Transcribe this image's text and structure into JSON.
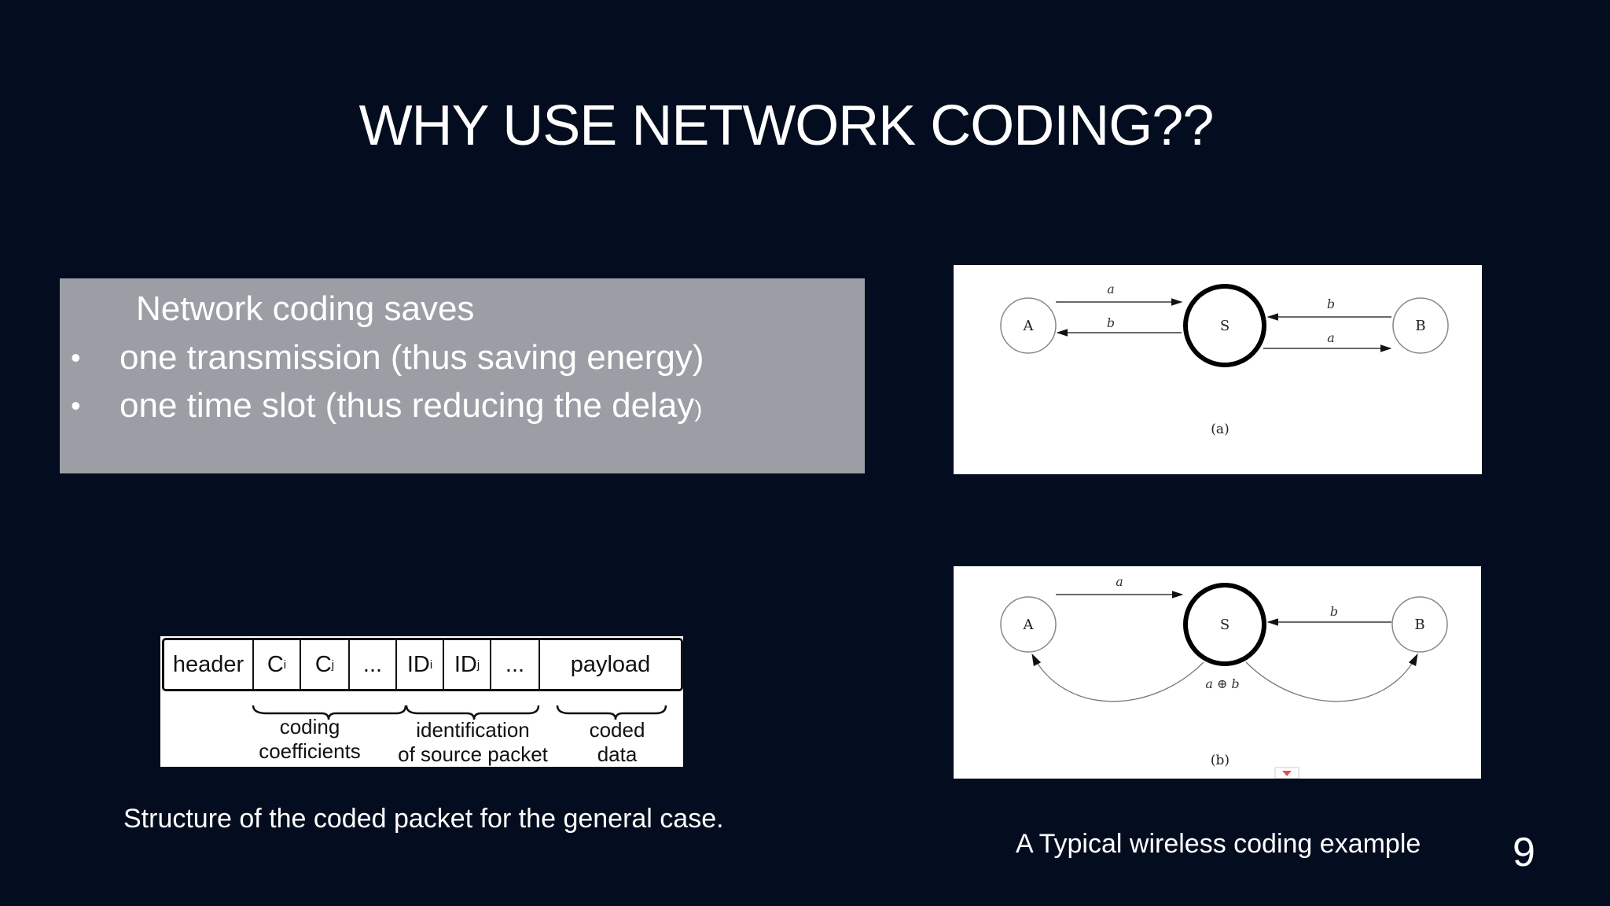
{
  "slide": {
    "title": "WHY USE NETWORK CODING??",
    "page_number": "9"
  },
  "text_box": {
    "heading": "Network coding saves",
    "bullets": [
      {
        "text": "one transmission (thus saving energy)"
      },
      {
        "text": "one time slot (thus reducing the delay",
        "suffix": ")"
      }
    ]
  },
  "figure_a": {
    "caption": "(a)",
    "nodes": {
      "left": "A",
      "center": "S",
      "right": "B"
    },
    "edges": {
      "a_top": "a",
      "b_left": "b",
      "b_right": "b",
      "a_right": "a"
    }
  },
  "figure_b": {
    "caption": "(b)",
    "nodes": {
      "left": "A",
      "center": "S",
      "right": "B"
    },
    "edges": {
      "a_top": "a",
      "b_top": "b",
      "xor": "a ⊕ b"
    }
  },
  "packet": {
    "cells": [
      "header",
      "C",
      "C",
      "...",
      "ID",
      "ID",
      "...",
      "payload"
    ],
    "subs": {
      "ci": "i",
      "cj": "j",
      "idi": "i",
      "idj": "j"
    },
    "labels": {
      "coding_1": "coding",
      "coding_2": "coefficients",
      "id_1": "identification",
      "id_2": "of source packet",
      "data_1": "coded",
      "data_2": "data"
    }
  },
  "captions": {
    "left": "Structure of the coded packet for the general case.",
    "right": "A Typical wireless coding example"
  }
}
